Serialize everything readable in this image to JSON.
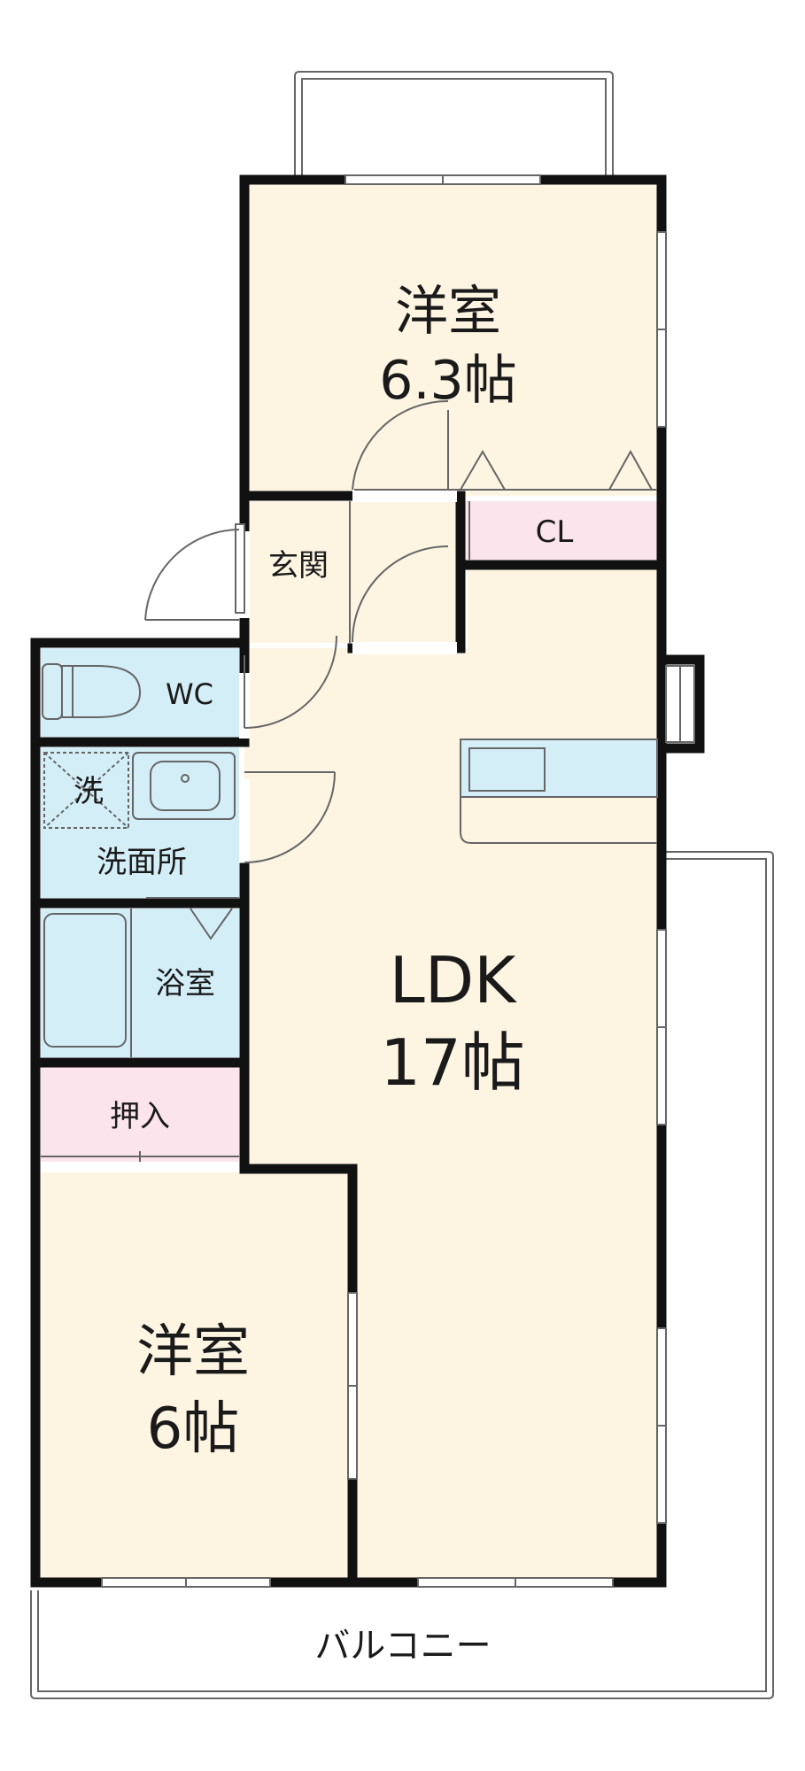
{
  "rooms": {
    "western_room_north": {
      "name": "洋室",
      "size": "6.3帖"
    },
    "closet": {
      "name": "CL"
    },
    "entrance": {
      "name": "玄関"
    },
    "toilet": {
      "name": "WC"
    },
    "washing_machine": {
      "name": "洗"
    },
    "washroom": {
      "name": "洗面所"
    },
    "bathroom": {
      "name": "浴室"
    },
    "storage": {
      "name": "押入"
    },
    "ldk": {
      "name": "LDK",
      "size": "17帖"
    },
    "western_room_south": {
      "name": "洋室",
      "size": "6帖"
    },
    "balcony": {
      "name": "バルコニー"
    }
  },
  "colors": {
    "room_fill": "#fdf5e2",
    "closet_fill": "#fce4ec",
    "wet_area_fill": "#d4eef7",
    "wall": "#111111",
    "thin_line": "#666666"
  }
}
